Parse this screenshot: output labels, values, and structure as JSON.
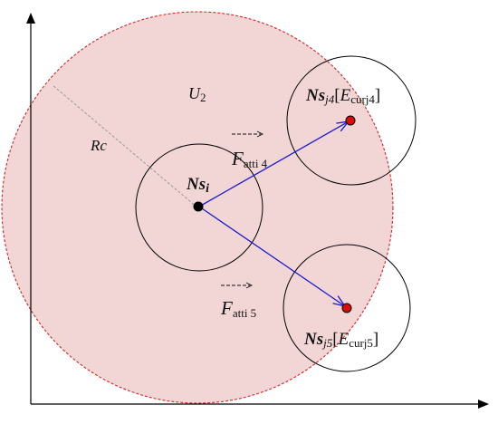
{
  "colors": {
    "region_fill": "#f2d6d6",
    "region_stroke": "#d42525",
    "vector": "#1a1acc",
    "node_i": "#000000",
    "node_j": "#dd0a0a",
    "neighbor_circle": "#000000",
    "axis": "#000000",
    "radius_line": "#9a9a9a"
  },
  "labels": {
    "region": "U",
    "region_sub": "2",
    "radius": "Rc",
    "node_i": "Ns",
    "node_i_sub": "i",
    "node_j4": "Ns",
    "node_j4_sub": "j4",
    "node_j4_energy": "E",
    "node_j4_energy_sub": "curj4",
    "node_j5": "Ns",
    "node_j5_sub": "j5",
    "node_j5_energy": "E",
    "node_j5_energy_sub": "curj5",
    "force_4": "F",
    "force_4_sub": "atti 4",
    "force_5": "F",
    "force_5_sub": "atti 5",
    "bracket_open": "[",
    "bracket_close": "]"
  }
}
